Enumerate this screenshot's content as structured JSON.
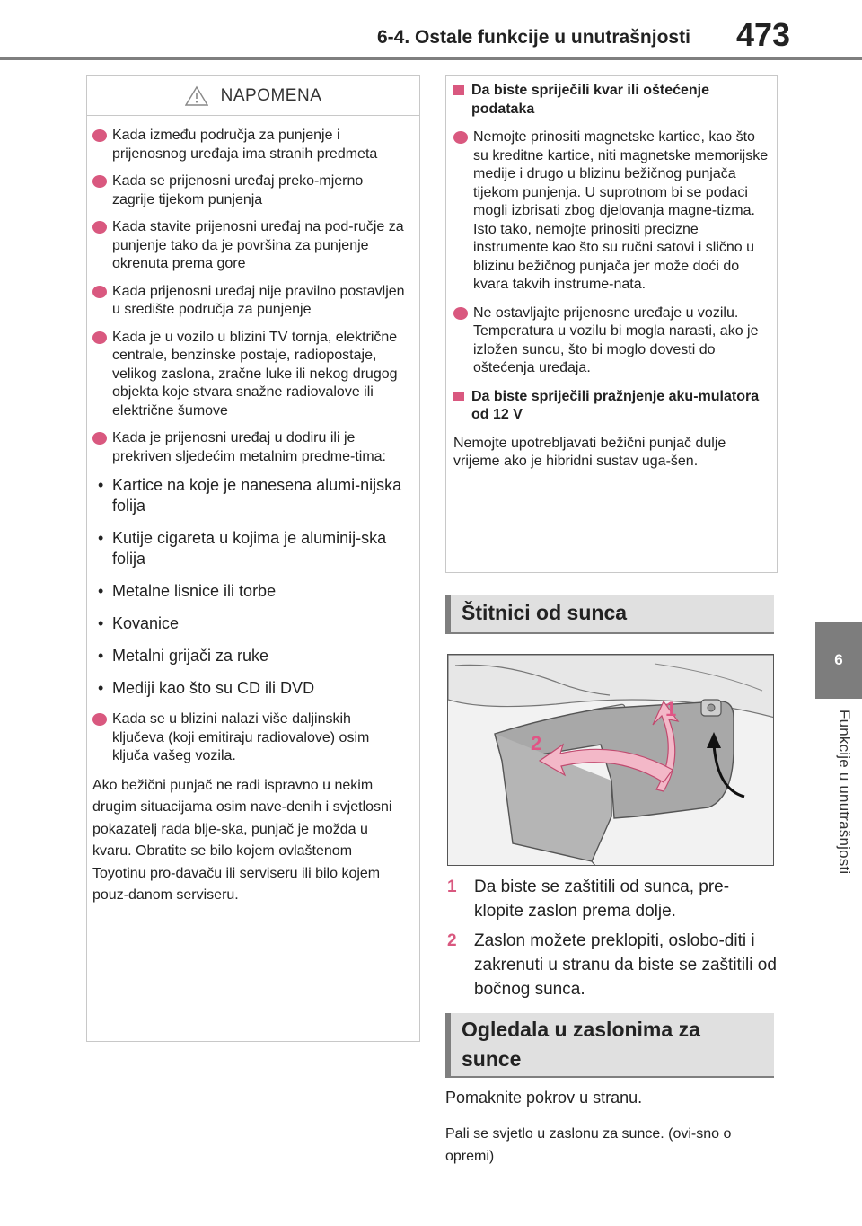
{
  "header": {
    "title": "6-4. Ostale funkcije u unutrašnjosti",
    "page_number": "473"
  },
  "side_tab": {
    "number": "6",
    "label": "Funkcije u unutrašnjosti"
  },
  "notice": {
    "title": "NAPOMENA",
    "icon": "warning-triangle-icon",
    "bullets": [
      "Kada između područja za punjenje i prijenosnog uređaja ima stranih predmeta",
      "Kada se prijenosni uređaj preko-mjerno zagrije tijekom punjenja",
      "Kada stavite prijenosni uređaj na pod-ručje za punjenje tako da je površina za punjenje okrenuta prema gore",
      "Kada prijenosni uređaj nije pravilno postavljen u središte područja za punjenje",
      "Kada je u vozilo u blizini TV tornja, električne centrale, benzinske postaje, radiopostaje, velikog zaslona, zračne luke ili nekog drugog objekta koje stvara snažne radiovalove ili električne šumove",
      "Kada je prijenosni uređaj u dodiru ili je prekriven sljedećim metalnim predme-tima:"
    ],
    "dash_items": [
      "Kartice na koje je nanesena alumi-nijska folija",
      "Kutije cigareta u kojima je aluminij-ska folija",
      "Metalne lisnice ili torbe",
      "Kovanice",
      "Metalni grijači za ruke",
      "Mediji kao što su CD ili DVD"
    ],
    "last_bullet": "Kada se u blizini nalazi više daljinskih ključeva (koji emitiraju radiovalove) osim ključa vašeg vozila.",
    "paragraph": "Ako bežični punjač ne radi ispravno u nekim drugim situacijama osim nave-denih i svjetlosni pokazatelj rada blje-ska, punjač je možda u kvaru. Obratite se bilo kojem ovlaštenom Toyotinu pro-davaču ili serviseru ili bilo kojem pouz-danom serviseru."
  },
  "right_box": {
    "heading1": "Da biste spriječili kvar ili oštećenje podataka",
    "bullet1": "Nemojte prinositi magnetske kartice, kao što su kreditne kartice, niti magnetske memorijske medije i drugo u blizinu bežičnog punjača tijekom punjenja. U suprotnom bi se podaci mogli izbrisati zbog djelovanja magne-tizma.",
    "bullet1_cont": "Isto tako, nemojte prinositi precizne instrumente kao što su ručni satovi i slično u blizinu bežičnog punjača jer može doći do kvara takvih instrume-nata.",
    "bullet2": "Ne ostavljajte prijenosne uređaje u vozilu. Temperatura u vozilu bi mogla narasti, ako je izložen suncu, što bi moglo dovesti do oštećenja uređaja.",
    "heading2": "Da biste spriječili pražnjenje aku-mulatora od 12 V",
    "paragraph": "Nemojte upotrebljavati bežični punjač dulje vrijeme ako je hibridni sustav uga-šen."
  },
  "section1": {
    "title": "Štitnici od sunca"
  },
  "illustration": {
    "label_1": "1",
    "label_2": "2"
  },
  "steps": [
    {
      "num": "1",
      "text": "Da biste se zaštitili od sunca, pre-klopite zaslon prema dolje."
    },
    {
      "num": "2",
      "text": "Zaslon možete preklopiti, oslobo-diti i zakrenuti u stranu da biste se zaštitili od bočnog sunca."
    }
  ],
  "section2": {
    "title": "Ogledala u zaslonima za sunce"
  },
  "after": {
    "text": "Pomaknite pokrov u stranu.",
    "small": "Pali se svjetlo u zaslonu za sunce. (ovi-sno o opremi)"
  },
  "colors": {
    "accent": "#d9587f",
    "rule": "#7f7f7f",
    "section_bg": "#e0e0e0"
  }
}
